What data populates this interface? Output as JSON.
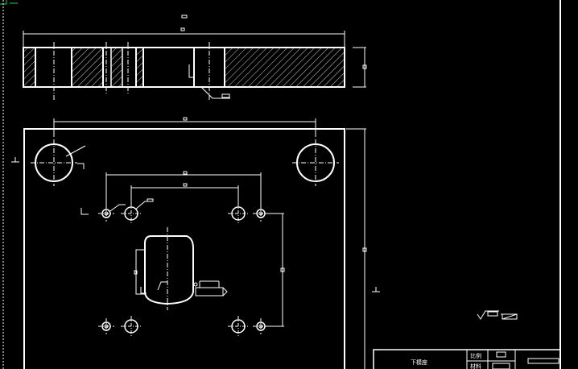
{
  "title_block": {
    "part_name": "下模座",
    "scale_label": "比例",
    "material_label": "材料"
  },
  "colors": {
    "background": "#000000",
    "line": "#ffffff",
    "cad_marker": "#2ecc40"
  },
  "icons": {
    "surface_finish": "surface-roughness-symbol",
    "ucs_marker": "cad-cursor-corner"
  }
}
